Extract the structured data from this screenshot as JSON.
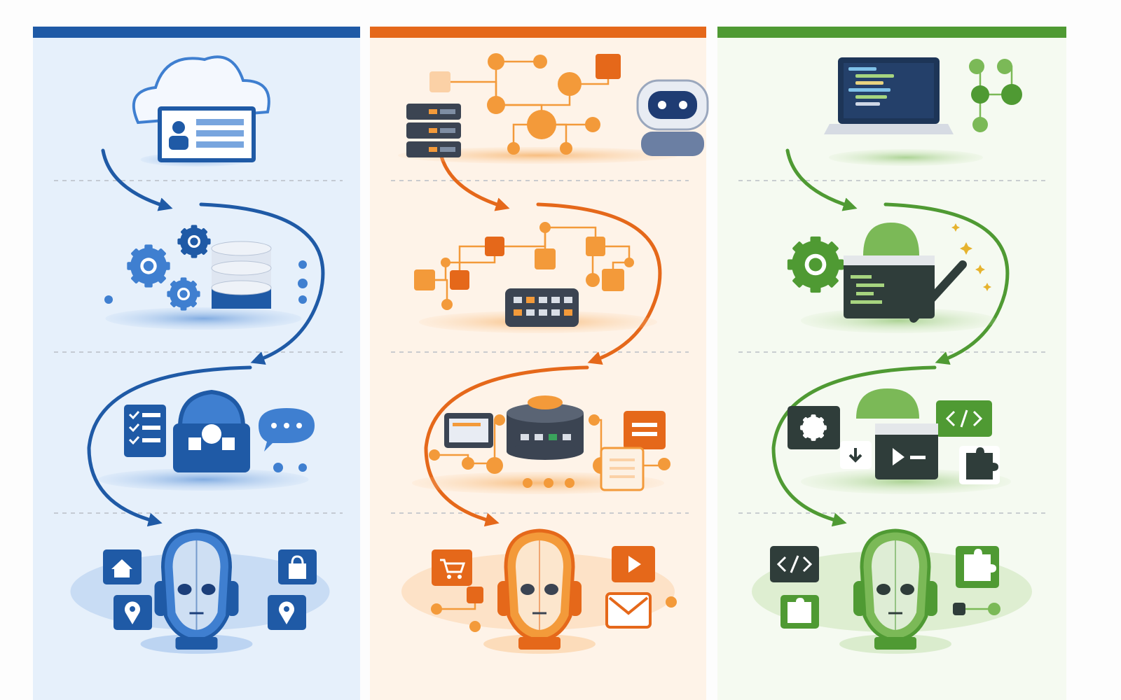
{
  "columns": [
    {
      "theme": "blue",
      "colors": {
        "primary": "#1f5aa6",
        "mid": "#3f7fd0",
        "light": "#a9c8ee",
        "panel": "#e6f0fb",
        "dark": "#1c3f7a"
      },
      "stages": [
        {
          "icons": [
            "cloud-icon",
            "monitor-profile-icon"
          ]
        },
        {
          "icons": [
            "gear-icon",
            "gear-icon",
            "gear-icon",
            "database-icon"
          ]
        },
        {
          "icons": [
            "checklist-icon",
            "robot-lock-icon",
            "chat-bubble-icon"
          ]
        },
        {
          "icons": [
            "robot-head-icon",
            "home-icon",
            "shopping-bag-icon",
            "location-pin-icon",
            "location-pin-icon"
          ]
        }
      ]
    },
    {
      "theme": "orange",
      "colors": {
        "primary": "#e5681a",
        "mid": "#f39a3a",
        "light": "#fbd1a6",
        "panel": "#fef3e8",
        "dark": "#3b4452"
      },
      "stages": [
        {
          "icons": [
            "server-rack-icon",
            "network-nodes-icon",
            "chatbot-icon"
          ]
        },
        {
          "icons": [
            "network-nodes-icon",
            "hub-device-icon"
          ]
        },
        {
          "icons": [
            "server-cylinder-icon",
            "window-icon",
            "document-icon",
            "note-icon"
          ]
        },
        {
          "icons": [
            "robot-head-icon",
            "shopping-cart-icon",
            "play-icon",
            "mail-icon"
          ]
        }
      ]
    },
    {
      "theme": "green",
      "colors": {
        "primary": "#4f9a33",
        "mid": "#7bb957",
        "light": "#cfe6bd",
        "panel": "#f5faf1",
        "dark": "#2f3d3a"
      },
      "stages": [
        {
          "icons": [
            "laptop-code-icon",
            "network-nodes-icon"
          ]
        },
        {
          "icons": [
            "gear-icon",
            "code-window-icon",
            "magic-wand-icon",
            "sparkle-icon"
          ]
        },
        {
          "icons": [
            "gear-tile-icon",
            "code-tag-icon",
            "terminal-window-icon",
            "puzzle-icon",
            "download-icon"
          ]
        },
        {
          "icons": [
            "robot-head-icon",
            "code-tag-icon",
            "puzzle-icon",
            "puzzle-icon"
          ]
        }
      ]
    }
  ]
}
